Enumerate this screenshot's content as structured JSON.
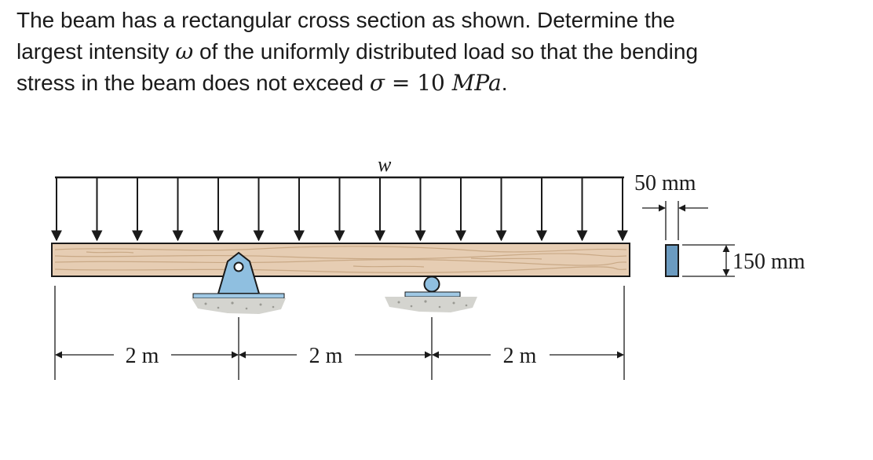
{
  "problem": {
    "line1": "The beam has a rectangular cross section as shown. Determine the",
    "line2_a": "largest intensity ",
    "line2_sym": "ω",
    "line2_b": " of the uniformly distributed load so that the bending",
    "line3_a": "stress in the beam does not exceed ",
    "line3_sym": "σ",
    "line3_eq": " = 10 ",
    "line3_unit": "MPa",
    "line3_end": "."
  },
  "figure": {
    "load_label": "w",
    "width_label": "50 mm",
    "height_label": "150 mm",
    "span_labels": [
      "2 m",
      "2 m",
      "2 m"
    ],
    "colors": {
      "beam_fill": "#e6cdb3",
      "beam_grain": "#c9a986",
      "support_fill": "#8fbfe0",
      "section_fill": "#6b9bc0",
      "ground_fill": "#d4d4cf",
      "line": "#1a1a1a"
    }
  }
}
